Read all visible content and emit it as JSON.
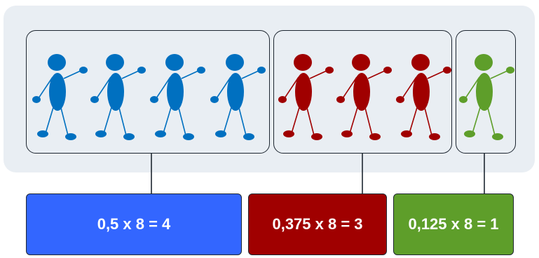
{
  "groups": [
    {
      "name": "blue",
      "count": 4,
      "color": "#0070c0",
      "equation": "0,5 x 8 = 4",
      "box_color": "#3366ff"
    },
    {
      "name": "red",
      "count": 3,
      "color": "#a00000",
      "equation": "0,375 x 8 = 3",
      "box_color": "#a00000"
    },
    {
      "name": "green",
      "count": 1,
      "color": "#5e9e2a",
      "equation": "0,125 x 8 = 1",
      "box_color": "#5e9e2a"
    }
  ]
}
